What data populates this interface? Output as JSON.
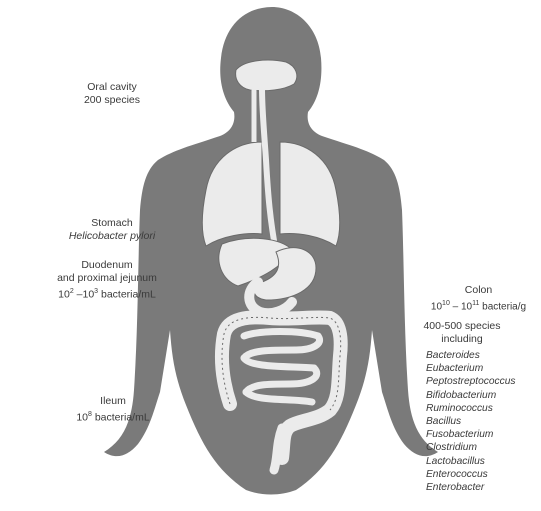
{
  "oral": {
    "line1": "Oral cavity",
    "line2": "200 species"
  },
  "stomach": {
    "line1": "Stomach",
    "line2": "Helicobacter pylori"
  },
  "duodenum": {
    "line1": "Duodenum",
    "line2": "and proximal jejunum",
    "line3_a": "10",
    "line3_exp1": "2",
    "line3_b": " –10",
    "line3_exp2": "3",
    "line3_c": " bacteria/mL"
  },
  "ileum": {
    "line1": "Ileum",
    "line2_a": "10",
    "line2_exp": "8",
    "line2_b": " bacteria/mL"
  },
  "colon": {
    "line1": "Colon",
    "line2_a": "10",
    "line2_exp1": "10",
    "line2_b": " – 10",
    "line2_exp2": "11",
    "line2_c": " bacteria/g",
    "species_line1": "400-500 species",
    "species_line2": "including",
    "species": [
      "Bacteroides",
      "Eubacterium",
      "Peptostreptococcus",
      "Bifidobacterium",
      "Ruminococcus",
      "Bacillus",
      "Fusobacterium",
      "Clostridium",
      "Lactobacillus",
      "Enterococcus",
      "Enterobacter"
    ]
  },
  "colors": {
    "body": "#7a7a7a",
    "organ": "#ebebeb",
    "skin_edge": "#5e5e5e"
  }
}
